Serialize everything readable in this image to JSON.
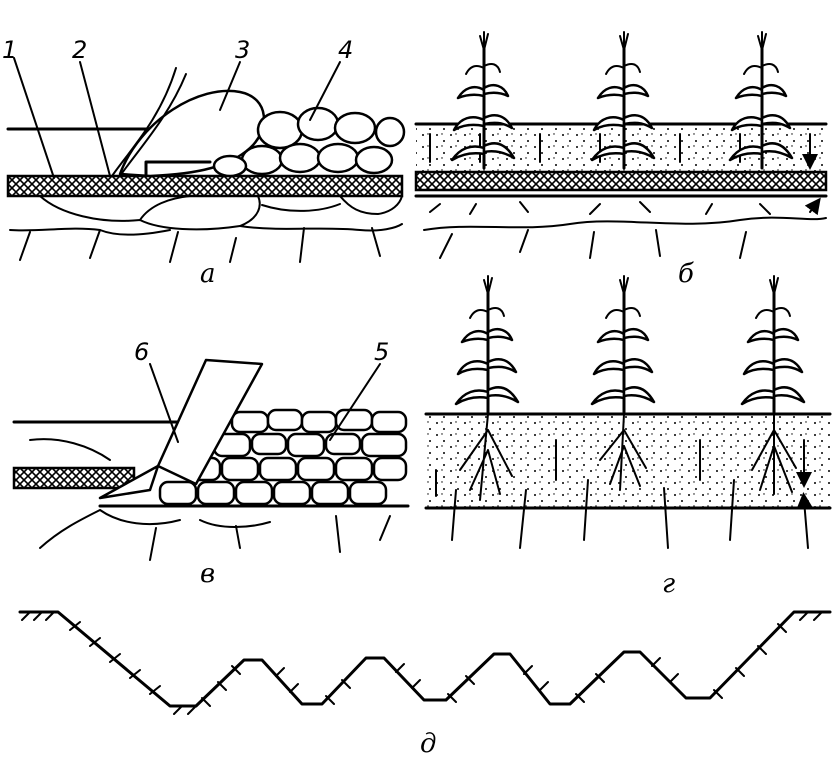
{
  "panels": [
    {
      "id": "a",
      "label": "а"
    },
    {
      "id": "b",
      "label": "б"
    },
    {
      "id": "v",
      "label": "в"
    },
    {
      "id": "g",
      "label": "г"
    },
    {
      "id": "d",
      "label": "д"
    }
  ],
  "callouts": [
    "1",
    "2",
    "3",
    "4",
    "5",
    "6"
  ]
}
